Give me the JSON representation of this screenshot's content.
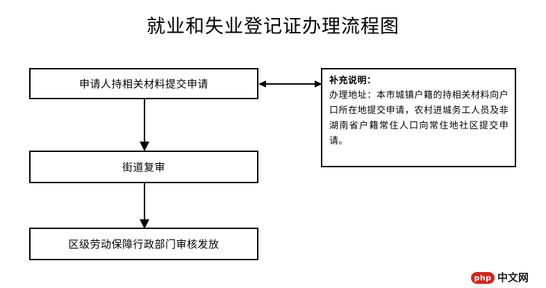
{
  "document": {
    "title": "就业和失业登记证办理流程图",
    "background_color": "#ffffff",
    "line_color": "#000000"
  },
  "flowchart": {
    "nodes": [
      {
        "id": "apply",
        "label": "申请人持相关材料提交申请",
        "step": 1
      },
      {
        "id": "review",
        "label": "街道复审",
        "step": 2
      },
      {
        "id": "issue",
        "label": "区级劳动保障行政部门审核发放",
        "step": 3
      }
    ],
    "connectors": [
      {
        "id": "apply-to-note",
        "from": "apply",
        "to": "note",
        "style": "double-arrow-horizontal"
      },
      {
        "id": "apply-to-review",
        "from": "apply",
        "to": "review",
        "style": "arrow-down"
      },
      {
        "id": "review-to-issue",
        "from": "review",
        "to": "issue",
        "style": "arrow-down"
      }
    ]
  },
  "note": {
    "heading": "补充说明：",
    "body": "办理地址：本市城镇户籍的持相关材料向户口所在地提交申请，农村进城务工人员及非湖南省户籍常住人口向常住地社区提交申请。"
  },
  "watermark": {
    "badge": "php",
    "text": "中文网",
    "badge_color": "#d4241c"
  }
}
